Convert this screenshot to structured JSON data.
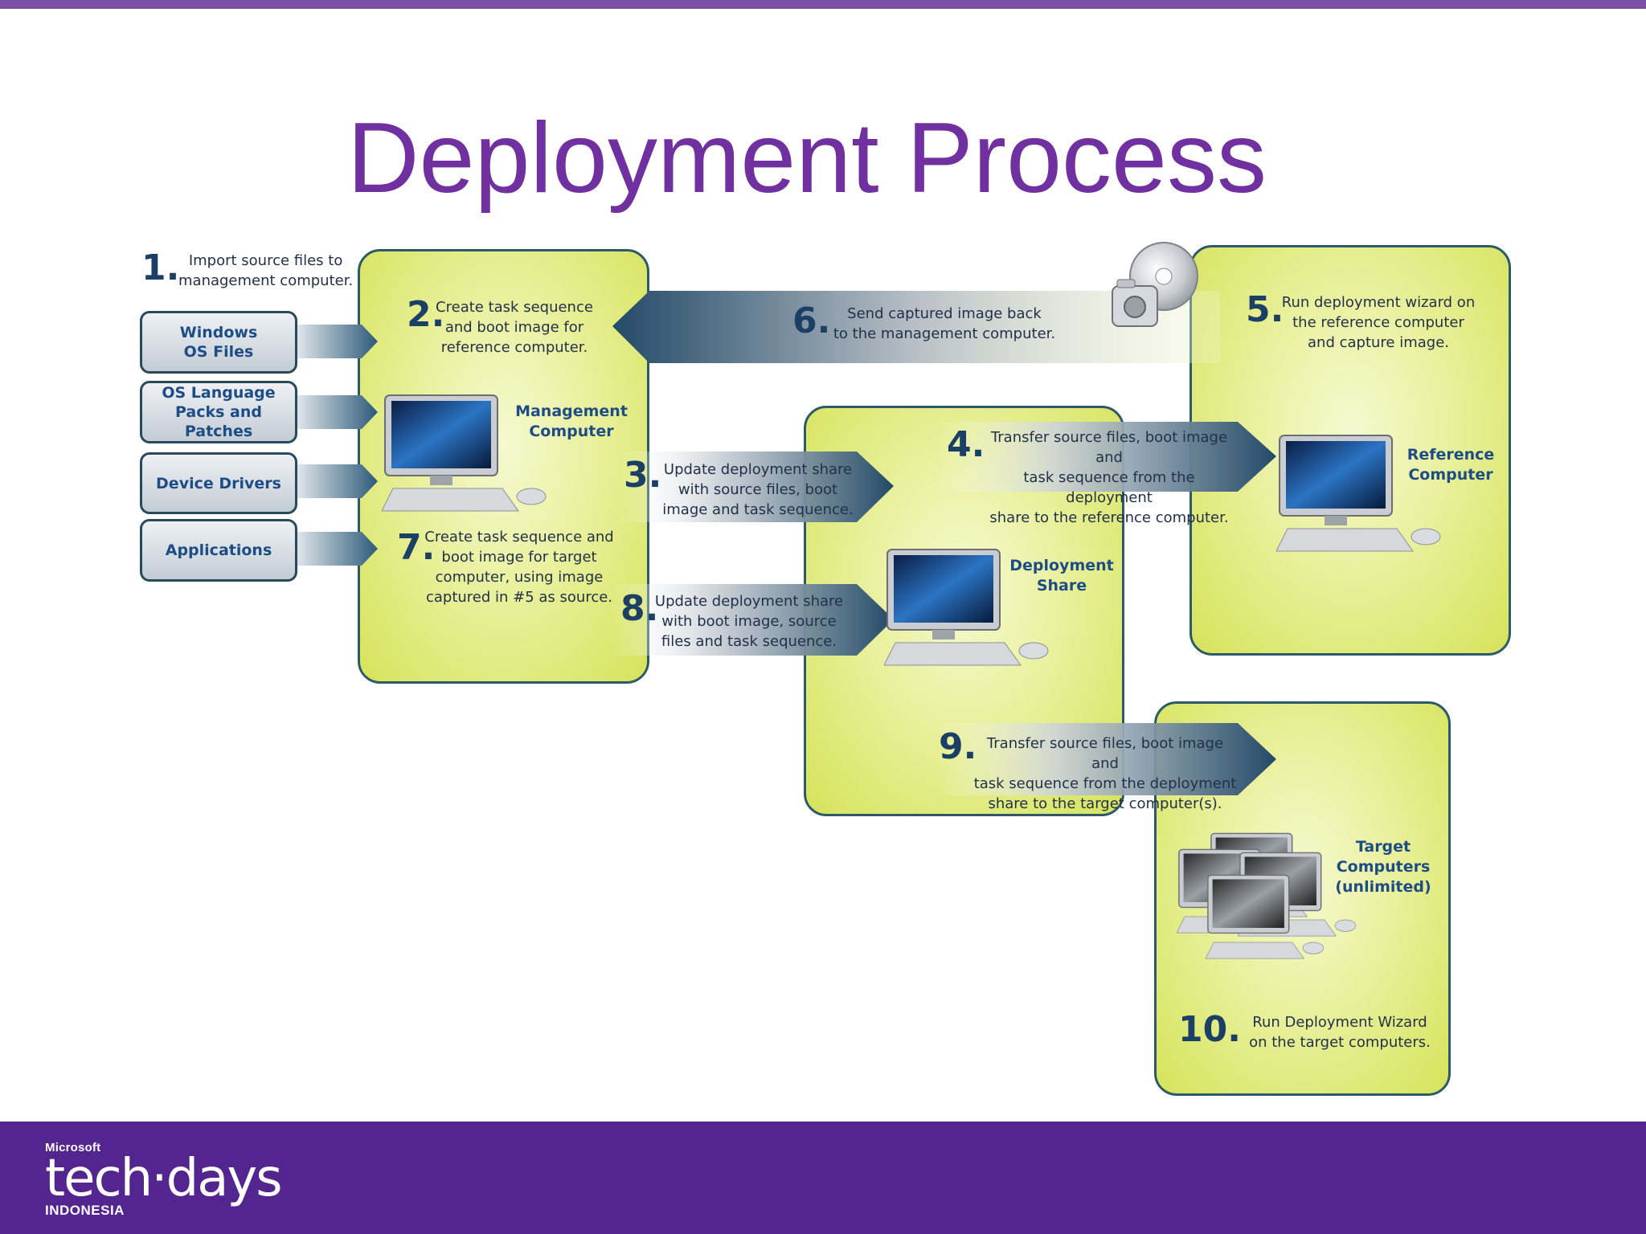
{
  "title": "Deployment Process",
  "footer": {
    "logo_brand": "Microsoft",
    "logo_main": "tech·days",
    "logo_sub": "INDONESIA"
  },
  "sources": [
    "Windows\nOS Files",
    "OS Language\nPacks and Patches",
    "Device Drivers",
    "Applications"
  ],
  "labels": {
    "management": "Management\nComputer",
    "deployment": "Deployment\nShare",
    "reference": "Reference\nComputer",
    "target": "Target\nComputers\n(unlimited)"
  },
  "steps": [
    {
      "num": "1.",
      "text": "Import source files to\nmanagement computer."
    },
    {
      "num": "2.",
      "text": "Create task sequence\nand boot image for\nreference computer."
    },
    {
      "num": "3.",
      "text": "Update deployment  share\nwith source files, boot\nimage and task sequence."
    },
    {
      "num": "4.",
      "text": "Transfer source files, boot image and\ntask sequence from the deployment\nshare to the reference computer."
    },
    {
      "num": "5.",
      "text": "Run deployment wizard on\nthe reference computer\nand capture image."
    },
    {
      "num": "6.",
      "text": "Send captured image back\nto the management computer."
    },
    {
      "num": "7.",
      "text": "Create task sequence and\nboot image for target\ncomputer, using image\ncaptured in #5 as source."
    },
    {
      "num": "8.",
      "text": "Update deployment share\nwith boot image, source\nfiles and task sequence."
    },
    {
      "num": "9.",
      "text": "Transfer source files, boot image and\ntask sequence from the deployment\nshare to the target computer(s)."
    },
    {
      "num": "10.",
      "text": "Run Deployment Wizard\non the target computers."
    }
  ]
}
